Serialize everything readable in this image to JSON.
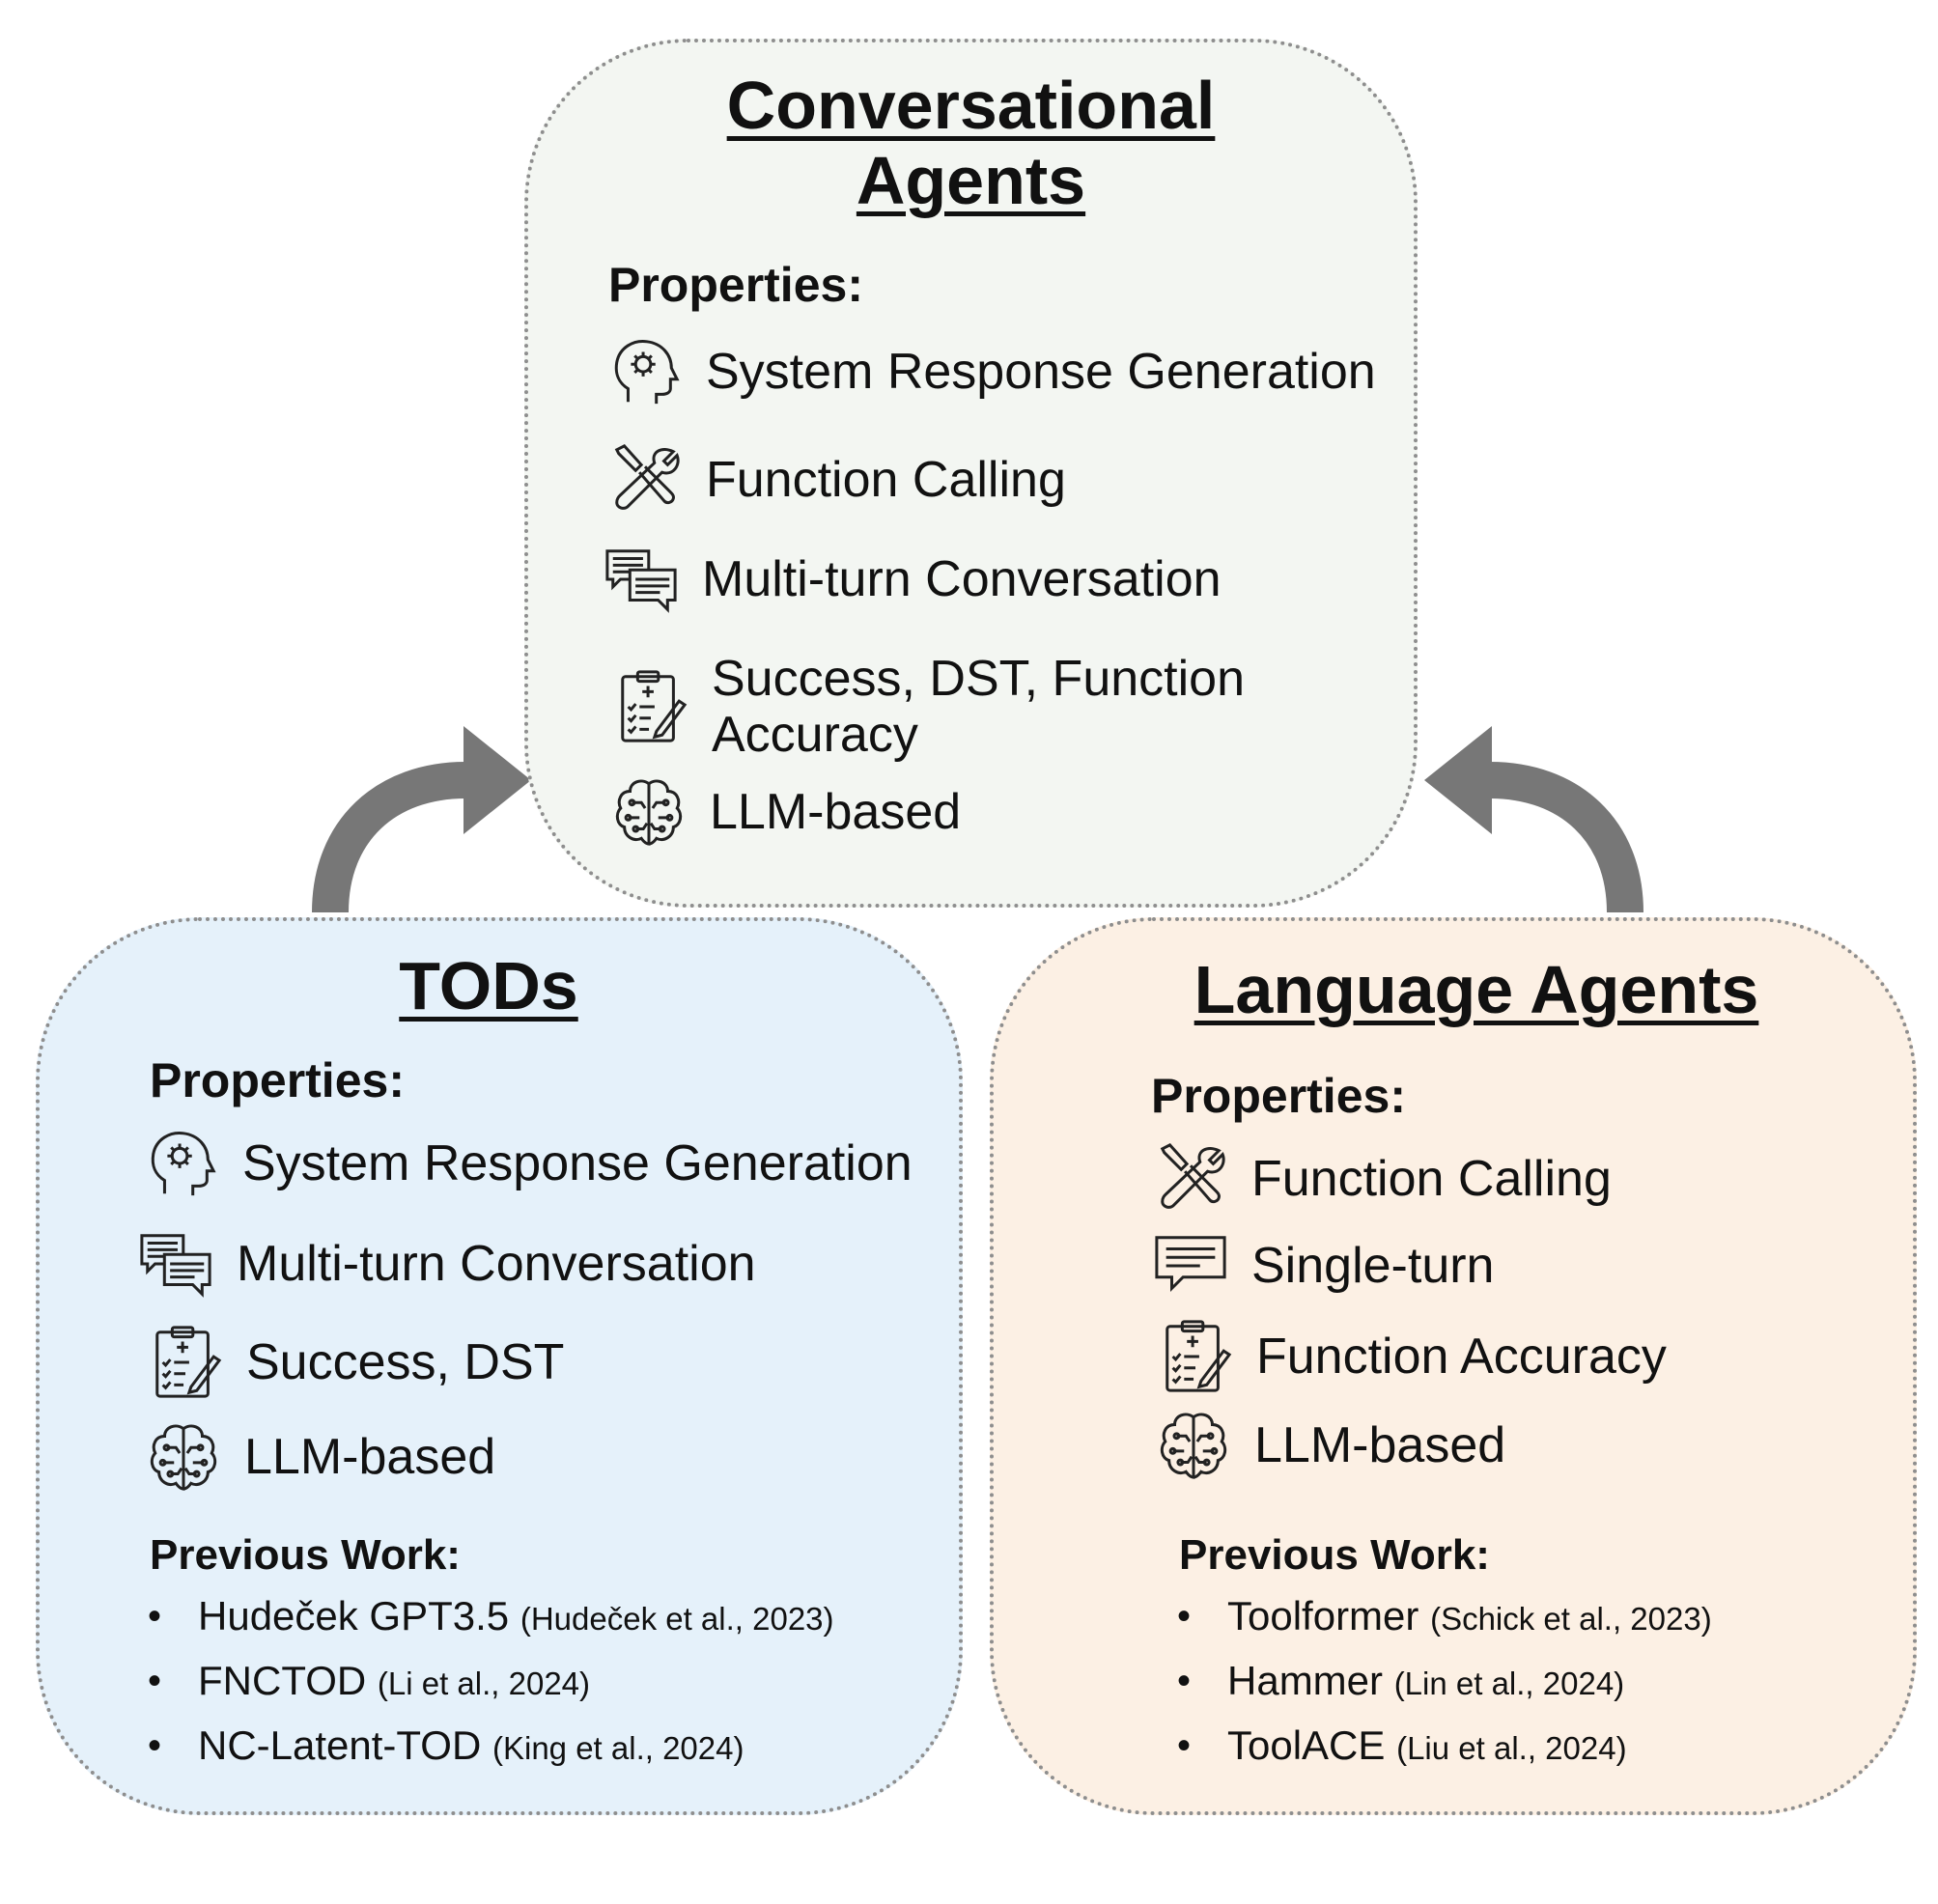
{
  "top": {
    "title_line1": "Conversational",
    "title_line2": "Agents",
    "properties_heading": "Properties:",
    "properties": [
      {
        "icon": "head-gear-icon",
        "label": "System Response Generation"
      },
      {
        "icon": "tools-icon",
        "label": "Function Calling"
      },
      {
        "icon": "chat-bubbles-icon",
        "label": "Multi-turn Conversation"
      },
      {
        "icon": "clipboard-icon",
        "label": "Success, DST, Function Accuracy"
      },
      {
        "icon": "brain-circuit-icon",
        "label": "LLM-based"
      }
    ]
  },
  "left": {
    "title": "TODs",
    "properties_heading": "Properties:",
    "properties": [
      {
        "icon": "head-gear-icon",
        "label": "System Response Generation"
      },
      {
        "icon": "chat-bubbles-icon",
        "label": "Multi-turn Conversation"
      },
      {
        "icon": "clipboard-icon",
        "label": "Success, DST"
      },
      {
        "icon": "brain-circuit-icon",
        "label": "LLM-based"
      }
    ],
    "previous_work_heading": "Previous Work:",
    "previous_work": [
      {
        "name": "Hudeček GPT3.5",
        "cite": "(Hudeček et al., 2023)"
      },
      {
        "name": "FNCTOD",
        "cite": "(Li et al., 2024)"
      },
      {
        "name": "NC-Latent-TOD",
        "cite": "(King et al., 2024)"
      }
    ]
  },
  "right": {
    "title": "Language Agents",
    "properties_heading": "Properties:",
    "properties": [
      {
        "icon": "tools-icon",
        "label": "Function Calling"
      },
      {
        "icon": "chat-bubble-icon",
        "label": "Single-turn"
      },
      {
        "icon": "clipboard-icon",
        "label": "Function Accuracy"
      },
      {
        "icon": "brain-circuit-icon",
        "label": "LLM-based"
      }
    ],
    "previous_work_heading": "Previous Work:",
    "previous_work": [
      {
        "name": "Toolformer",
        "cite": "(Schick et al., 2023)"
      },
      {
        "name": "Hammer",
        "cite": "(Lin et al., 2024)"
      },
      {
        "name": "ToolACE",
        "cite": "(Liu et al., 2024)"
      }
    ]
  },
  "colors": {
    "top_bg": "#f3f6f2",
    "left_bg": "#e5f1fa",
    "right_bg": "#fcf0e4",
    "border": "#8e8e8e",
    "arrow": "#777777"
  }
}
